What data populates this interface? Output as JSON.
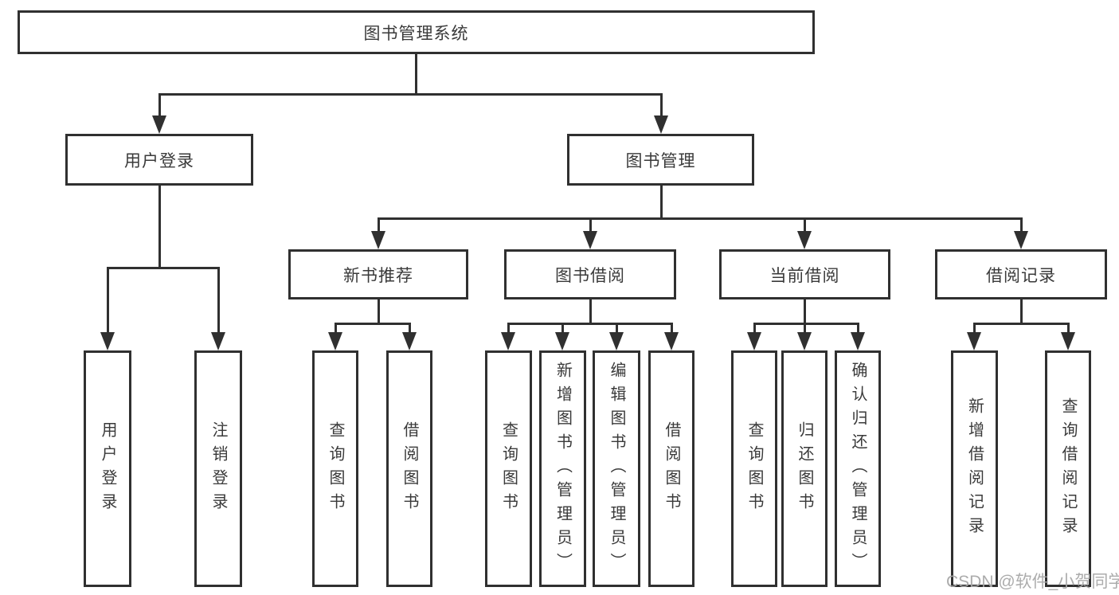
{
  "tree": {
    "label": "图书管理系统",
    "children": [
      {
        "label": "用户登录",
        "children": [
          {
            "label": "用户登录"
          },
          {
            "label": "注销登录"
          }
        ]
      },
      {
        "label": "图书管理",
        "children": [
          {
            "label": "新书推荐",
            "children": [
              {
                "label": "查询图书"
              },
              {
                "label": "借阅图书"
              }
            ]
          },
          {
            "label": "图书借阅",
            "children": [
              {
                "label": "查询图书"
              },
              {
                "label": "新增图书（管理员）"
              },
              {
                "label": "编辑图书（管理员）"
              },
              {
                "label": "借阅图书"
              }
            ]
          },
          {
            "label": "当前借阅",
            "children": [
              {
                "label": "查询图书"
              },
              {
                "label": "归还图书"
              },
              {
                "label": "确认归还（管理员）"
              }
            ]
          },
          {
            "label": "借阅记录",
            "children": [
              {
                "label": "新增借阅记录"
              },
              {
                "label": "查询借阅记录"
              }
            ]
          }
        ]
      }
    ]
  },
  "watermark": {
    "text": "CSDN @软件_小贺同学"
  },
  "colors": {
    "line": "#303030",
    "text": "#3a3a3a",
    "watermark": "#a8a8a8",
    "background": "#ffffff"
  }
}
